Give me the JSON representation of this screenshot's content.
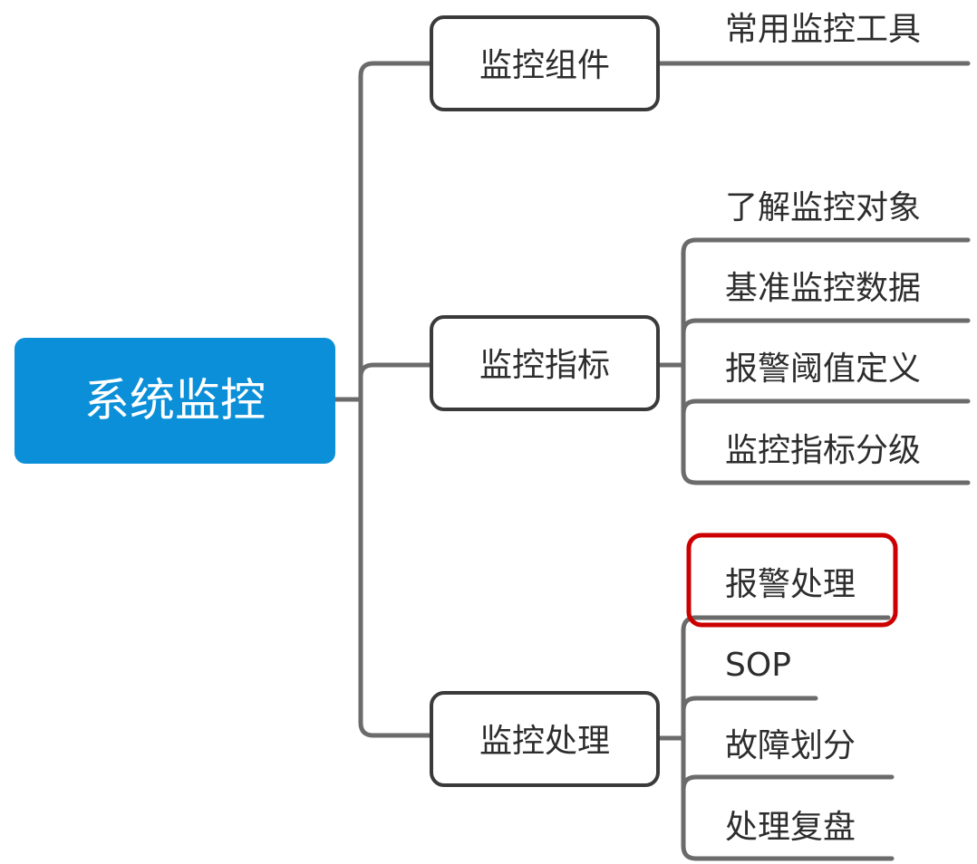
{
  "root": {
    "label": "系统监控"
  },
  "branches": [
    {
      "label": "监控组件",
      "children": [
        {
          "label": "常用监控工具"
        }
      ]
    },
    {
      "label": "监控指标",
      "children": [
        {
          "label": "了解监控对象"
        },
        {
          "label": "基准监控数据"
        },
        {
          "label": "报警阈值定义"
        },
        {
          "label": "监控指标分级"
        }
      ]
    },
    {
      "label": "监控处理",
      "children": [
        {
          "label": "报警处理",
          "highlighted": true
        },
        {
          "label": "SOP"
        },
        {
          "label": "故障划分"
        },
        {
          "label": "处理复盘"
        }
      ]
    }
  ],
  "colors": {
    "root_fill": "#0a8fd8",
    "root_text": "#ffffff",
    "line": "#6b6b6b",
    "node_border": "#3a3a3a",
    "text": "#2d2d2d",
    "highlight_border": "#cc0000"
  }
}
